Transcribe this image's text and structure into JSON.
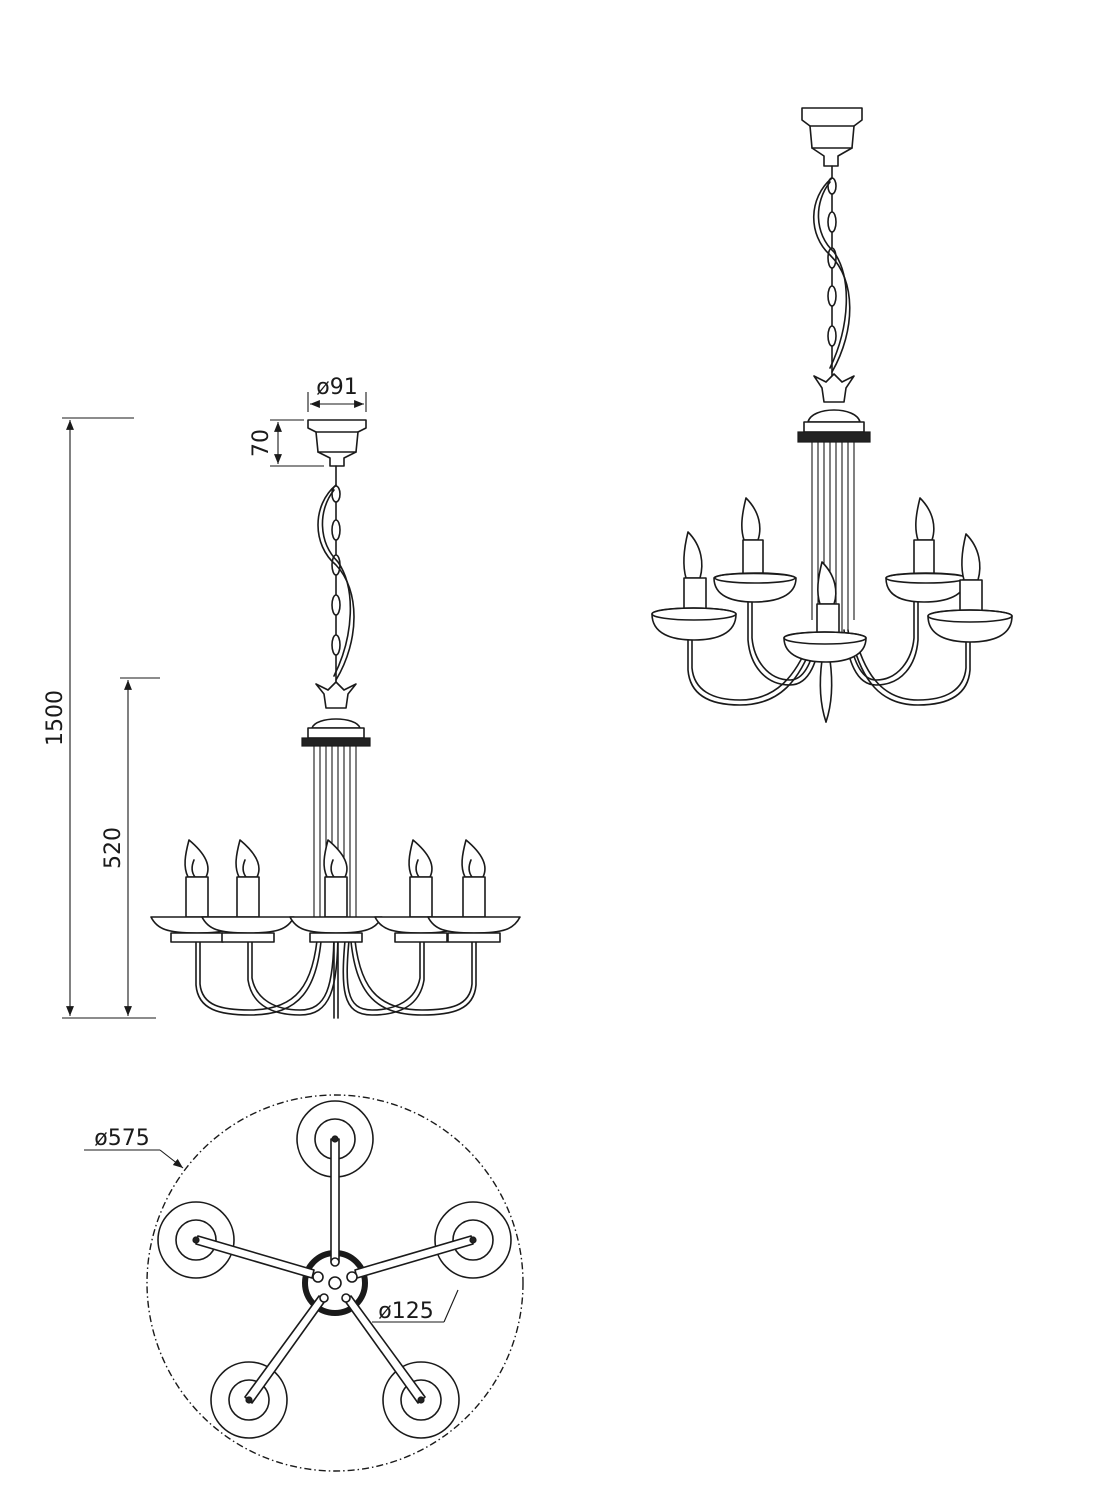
{
  "dimensions": {
    "canopy_diameter": "ø91",
    "canopy_height": "70",
    "total_height": "1500",
    "body_height": "520",
    "span_diameter": "ø575",
    "hub_diameter": "ø125"
  },
  "colors": {
    "line": "#1a1a1a",
    "background": "#ffffff"
  }
}
